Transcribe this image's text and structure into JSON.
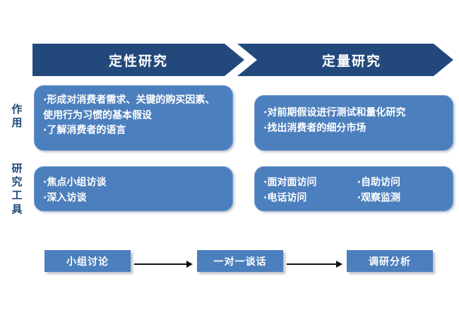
{
  "diagram": {
    "headers": [
      {
        "id": "qualitative",
        "label": "定性研究"
      },
      {
        "id": "quantitative",
        "label": "定量研究"
      }
    ],
    "side_labels": [
      {
        "id": "role",
        "text": "作用",
        "chars": [
          "作",
          "用"
        ]
      },
      {
        "id": "tools",
        "text": "研究工具",
        "chars": [
          "研",
          "究",
          "工",
          "具"
        ]
      }
    ],
    "cells": {
      "qualitative_role": {
        "lines": [
          "·形成对消费者需求、关键的购买因素、使用行为习惯的基本假设",
          "·了解消费者的语言"
        ]
      },
      "quantitative_role": {
        "lines": [
          "·对前期假设进行测试和量化研究",
          "·找出消费者的细分市场"
        ]
      },
      "qualitative_tools": {
        "lines": [
          "·焦点小组访谈",
          "·深入访谈"
        ]
      },
      "quantitative_tools": {
        "column_a": [
          "·面对面访问",
          "·电话访问"
        ],
        "column_b": [
          "·自助访问",
          "·观察监测"
        ]
      }
    },
    "flow": {
      "steps": [
        {
          "id": "step-1",
          "label": "小组讨论"
        },
        {
          "id": "step-2",
          "label": "一对一谈话"
        },
        {
          "id": "step-3",
          "label": "调研分析"
        }
      ]
    },
    "colors": {
      "header_navy": "#23497C",
      "box_blue": "#4C7FBD",
      "box_border": "#6E9BD0",
      "label_navy": "#1F4A7A",
      "text_white": "#FFFFFF",
      "background": "#FFFFFF",
      "arrow_black": "#111111"
    }
  }
}
